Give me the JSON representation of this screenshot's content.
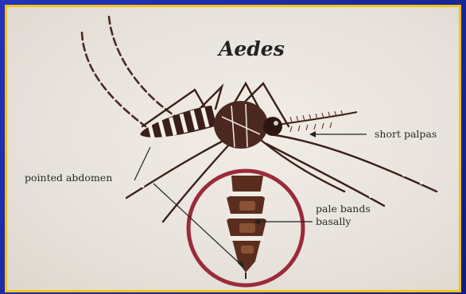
{
  "figure": {
    "title": "Aedes",
    "labels": {
      "short_palpas": "short palpas",
      "pointed_abdomen": "pointed abdomen",
      "pale_bands": "pale bands basally"
    }
  },
  "colors": {
    "frame": "#1c2aa8",
    "border": "#f2c41a",
    "background": "#ebe6df",
    "callout_circle": "#9b2a3a",
    "body": "#3a1f1a"
  }
}
